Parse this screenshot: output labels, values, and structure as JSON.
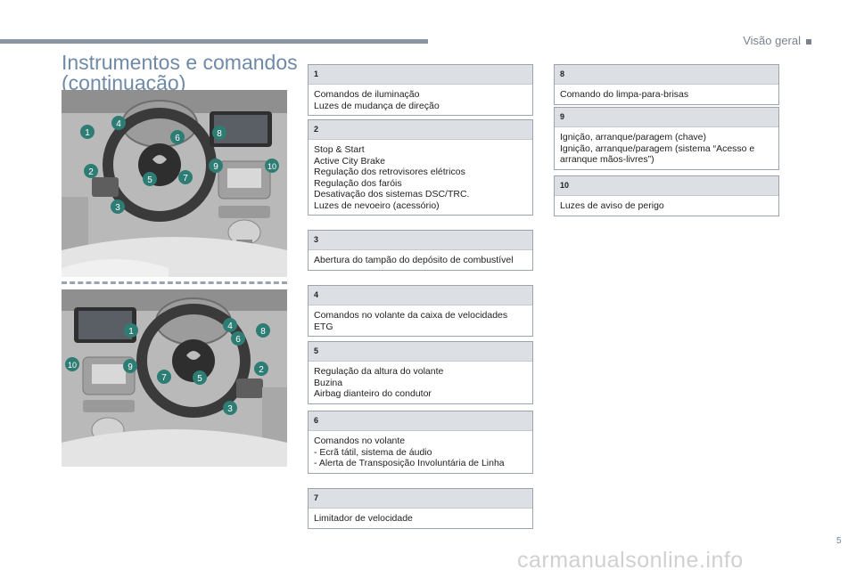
{
  "header": {
    "section": "Visão geral"
  },
  "title": {
    "line1": "Instrumentos e comandos",
    "line2": "(continuação)"
  },
  "callouts": [
    "1",
    "2",
    "3",
    "4",
    "5",
    "6",
    "7",
    "8",
    "9",
    "10"
  ],
  "boxes": [
    {
      "num": "1",
      "lines": [
        "Comandos de iluminação",
        "Luzes de mudança de direção"
      ]
    },
    {
      "num": "2",
      "lines": [
        "Stop & Start",
        "Active City Brake",
        "Regulação dos retrovisores elétricos",
        "Regulação dos faróis",
        "Desativação dos sistemas DSC/TRC.",
        "Luzes de nevoeiro (acessório)"
      ]
    },
    {
      "num": "3",
      "lines": [
        "Abertura do tampão do depósito de combustível"
      ]
    },
    {
      "num": "4",
      "lines": [
        "Comandos no volante da caixa de velocidades ETG"
      ]
    },
    {
      "num": "5",
      "lines": [
        "Regulação da altura do volante",
        "Buzina",
        "Airbag dianteiro do condutor"
      ]
    },
    {
      "num": "6",
      "lines": [
        "Comandos no volante",
        "-  Ecrã tátil, sistema de áudio",
        "-  Alerta de Transposição Involuntária de Linha"
      ]
    },
    {
      "num": "7",
      "lines": [
        "Limitador de velocidade"
      ]
    },
    {
      "num": "8",
      "lines": [
        "Comando do limpa-para-brisas"
      ]
    },
    {
      "num": "9",
      "lines": [
        "Ignição, arranque/paragem (chave)",
        "Ignição, arranque/paragem (sistema “Acesso e arranque mãos-livres”)"
      ]
    },
    {
      "num": "10",
      "lines": [
        "Luzes de aviso de perigo"
      ]
    }
  ],
  "page_number": "5",
  "watermark": "carmanualsonline.info",
  "colors": {
    "accent": "#6f8aa6",
    "callout": "#2e7d74",
    "box_header": "#dcdfe3",
    "bar": "#8a95a3"
  }
}
